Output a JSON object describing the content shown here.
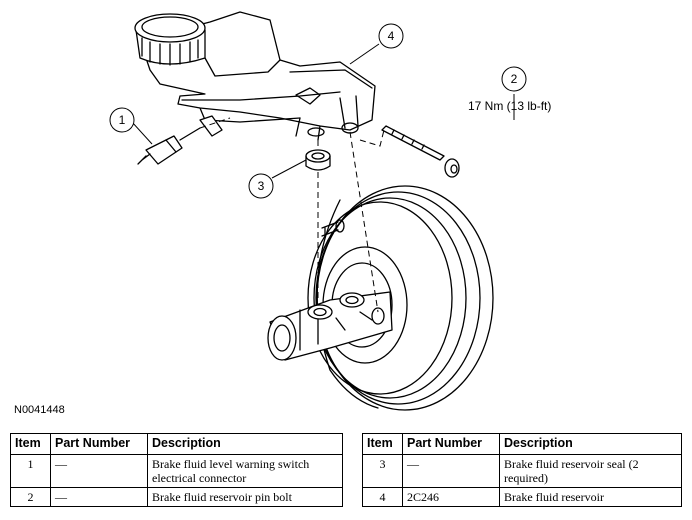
{
  "figure": {
    "id": "N0041448",
    "callouts": [
      {
        "number": "1"
      },
      {
        "number": "2",
        "label": "17 Nm (13 lb-ft)"
      },
      {
        "number": "3"
      },
      {
        "number": "4"
      }
    ]
  },
  "tables": [
    {
      "headers": [
        "Item",
        "Part Number",
        "Description"
      ],
      "rows": [
        {
          "item": "1",
          "part_number": "—",
          "description": "Brake fluid level warning switch electrical connector"
        },
        {
          "item": "2",
          "part_number": "—",
          "description": "Brake fluid reservoir pin bolt"
        }
      ]
    },
    {
      "headers": [
        "Item",
        "Part Number",
        "Description"
      ],
      "rows": [
        {
          "item": "3",
          "part_number": "—",
          "description": "Brake fluid reservoir seal (2 required)"
        },
        {
          "item": "4",
          "part_number": "2C246",
          "description": "Brake fluid reservoir"
        }
      ]
    }
  ]
}
